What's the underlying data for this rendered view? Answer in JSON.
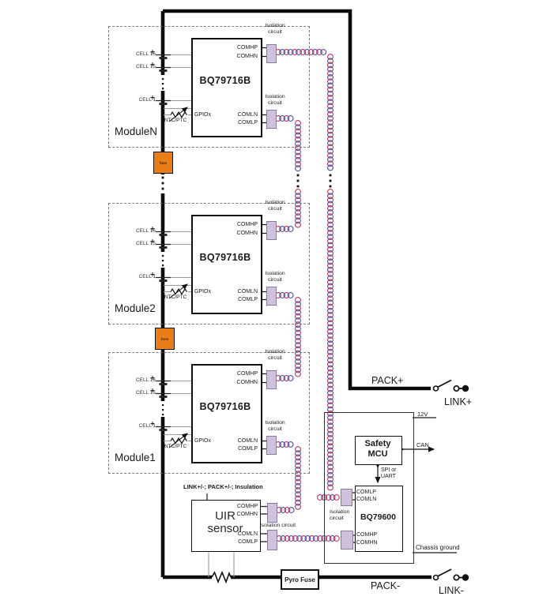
{
  "colors": {
    "coil_red": "#c13a5e",
    "coil_blue": "#4a55a8",
    "fuse_orange": "#e97d17",
    "isolation_fill": "#cec2dd",
    "isolation_border": "#8a7aa0"
  },
  "modules": [
    {
      "name": "ModuleN",
      "chip": "BQ79716B",
      "cells": {
        "top": "CELL 16",
        "mid": "CELL 15",
        "bottom": "CELL 1"
      },
      "ntc": "NTC/PTC",
      "gpio": "GPIOx",
      "pins": {
        "comhp": "COMHP",
        "comhn": "COMHN",
        "comln": "COMLN",
        "comlp": "COMLP"
      },
      "isolation": {
        "line1": "Isolation",
        "line2": "circuit"
      }
    },
    {
      "name": "Module2",
      "chip": "BQ79716B",
      "cells": {
        "top": "CELL 16",
        "mid": "CELL 15",
        "bottom": "CELL 1"
      },
      "ntc": "NTC/PTC",
      "gpio": "GPIOx",
      "pins": {
        "comhp": "COMHP",
        "comhn": "COMHN",
        "comln": "COMLN",
        "comlp": "COMLP"
      },
      "isolation": {
        "line1": "Isolation",
        "line2": "circuit"
      }
    },
    {
      "name": "Module1",
      "chip": "BQ79716B",
      "cells": {
        "top": "CELL 16",
        "mid": "CELL 15",
        "bottom": "CELL 1"
      },
      "ntc": "NTC/PTC",
      "gpio": "GPIOx",
      "pins": {
        "comhp": "COMHP",
        "comhn": "COMHN",
        "comln": "COMLN",
        "comlp": "COMLP"
      },
      "isolation": {
        "line1": "Isolation",
        "line2": "circuit"
      }
    }
  ],
  "bus": {
    "fuse_label": "fuse"
  },
  "uir": {
    "note": "LINK+/-; PACK+/-; Insulation",
    "name_line1": "UIR",
    "name_line2": "sensor",
    "pins": {
      "comhp": "COMHP",
      "comhn": "COMHN",
      "comln": "COMLN",
      "comlp": "COMLP"
    },
    "isolation": "Isolation circuit"
  },
  "bms": {
    "mcu_line1": "Safety",
    "mcu_line2": "MCU",
    "chip": "BQ79600",
    "pins": {
      "comlp": "COMLP",
      "comln": "COMLN",
      "comhp": "COMHP",
      "comhn": "COMHN"
    },
    "isolation": {
      "line1": "Isolation",
      "line2": "circuit"
    },
    "supply": "12V",
    "can": "CAN",
    "spi_line1": "SPI or",
    "spi_line2": "UART",
    "chassis": "Chassis ground"
  },
  "terminals": {
    "pack_plus": "PACK+",
    "link_plus": "LINK+",
    "pack_minus": "PACK-",
    "link_minus": "LINK-"
  },
  "pyro_fuse": "Pyro Fuse"
}
